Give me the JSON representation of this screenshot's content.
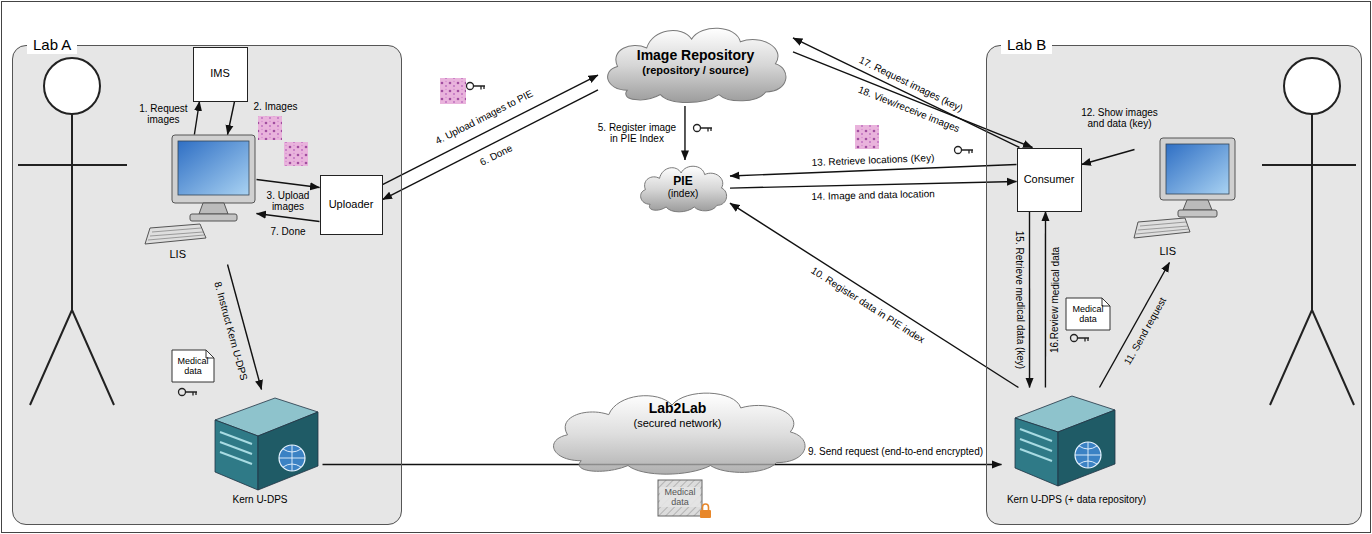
{
  "diagram": {
    "nodes": [
      {
        "text": [
          "Lab A"
        ]
      },
      {
        "text": [
          "IMS"
        ],
        "in": 0
      },
      {
        "text": [
          "Uploader"
        ],
        "in": 0
      },
      {
        "text": [
          "LIS"
        ],
        "in": 0
      },
      {
        "text": [
          "Kern U-DPS"
        ],
        "in": 0
      },
      {
        "text": [
          "Image Repository",
          "(repository / source)"
        ]
      },
      {
        "text": [
          "PIE",
          "(index)"
        ]
      },
      {
        "text": [
          "Lab2Lab",
          "(secured network)"
        ]
      },
      {
        "text": [
          "Lab B"
        ]
      },
      {
        "text": [
          "Consumer"
        ],
        "in": 8
      },
      {
        "text": [
          "LIS"
        ],
        "in": 8
      },
      {
        "text": [
          "Kern U-DPS (+ data repository)"
        ],
        "in": 8
      }
    ],
    "edges": [
      {
        "from": 3,
        "to": 1,
        "label": "1. Request images",
        "arrow": "to"
      },
      {
        "from": 1,
        "to": 3,
        "label": "2. Images",
        "arrow": "to"
      },
      {
        "from": 3,
        "to": 2,
        "label": "3. Upload images",
        "arrow": "to"
      },
      {
        "from": 2,
        "to": 5,
        "label": "4. Upload images to PIE",
        "arrow": "to"
      },
      {
        "from": 5,
        "to": 6,
        "label": "5. Register image in PIE Index",
        "arrow": "to"
      },
      {
        "from": 5,
        "to": 2,
        "label": "6. Done",
        "arrow": "to"
      },
      {
        "from": 2,
        "to": 3,
        "label": "7. Done",
        "arrow": "to"
      },
      {
        "from": 3,
        "to": 4,
        "label": "8. Instruct Kern U-DPS",
        "arrow": "to"
      },
      {
        "from": 4,
        "to": 11,
        "label": "9. Send request (end-to-end encrypted)",
        "arrow": "to"
      },
      {
        "from": 11,
        "to": 6,
        "label": "10. Register data in PIE index",
        "arrow": "to"
      },
      {
        "from": 11,
        "to": 10,
        "label": "11. Send request",
        "arrow": "to"
      },
      {
        "from": 10,
        "to": 9,
        "label": "12. Show images and data (key)",
        "arrow": "to"
      },
      {
        "from": 9,
        "to": 6,
        "label": "13. Retrieve locations (Key)",
        "arrow": "to"
      },
      {
        "from": 6,
        "to": 9,
        "label": "14. Image and data location",
        "arrow": "to"
      },
      {
        "from": 9,
        "to": 11,
        "label": "15. Retrieve medical data (key)",
        "arrow": "to"
      },
      {
        "from": 11,
        "to": 9,
        "label": "16.Review medical data",
        "arrow": "to"
      },
      {
        "from": 9,
        "to": 5,
        "label": "17. Request images (key)",
        "arrow": "to"
      },
      {
        "from": 5,
        "to": 9,
        "label": "18. View/receive images",
        "arrow": "to"
      }
    ],
    "labels": [
      "Medical data",
      "Medical data",
      "Medical data"
    ]
  }
}
